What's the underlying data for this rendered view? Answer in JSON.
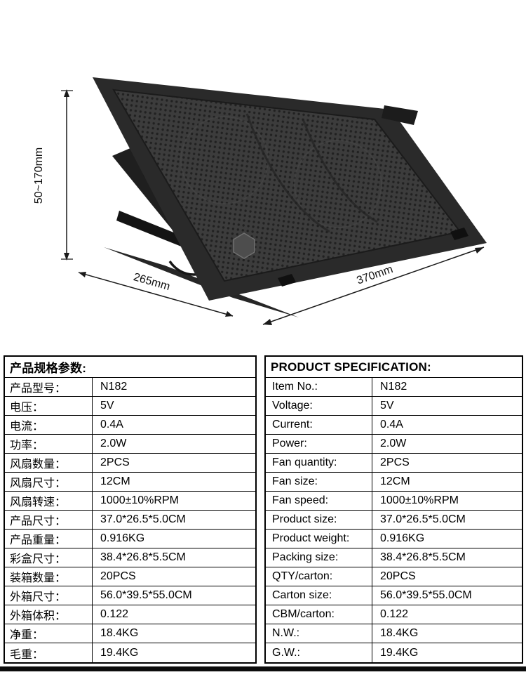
{
  "figure": {
    "dim_height": "50~170mm",
    "dim_depth": "265mm",
    "dim_width": "370mm"
  },
  "tables": {
    "cn": {
      "title": "产品规格参数:",
      "rows": [
        {
          "label": "产品型号：",
          "value": "N182"
        },
        {
          "label": "电压：",
          "value": "5V"
        },
        {
          "label": "电流：",
          "value": "0.4A"
        },
        {
          "label": "功率：",
          "value": "2.0W"
        },
        {
          "label": "风扇数量：",
          "value": "2PCS"
        },
        {
          "label": "风扇尺寸：",
          "value": "12CM"
        },
        {
          "label": "风扇转速：",
          "value": "1000±10%RPM"
        },
        {
          "label": "产品尺寸：",
          "value": "37.0*26.5*5.0CM"
        },
        {
          "label": "产品重量：",
          "value": "0.916KG"
        },
        {
          "label": "彩盒尺寸：",
          "value": "38.4*26.8*5.5CM"
        },
        {
          "label": "装箱数量：",
          "value": "20PCS"
        },
        {
          "label": "外箱尺寸：",
          "value": "56.0*39.5*55.0CM"
        },
        {
          "label": "外箱体积：",
          "value": "0.122"
        },
        {
          "label": "净重：",
          "value": "18.4KG"
        },
        {
          "label": "毛重：",
          "value": "19.4KG"
        }
      ]
    },
    "en": {
      "title": "PRODUCT SPECIFICATION:",
      "rows": [
        {
          "label": "Item No.:",
          "value": "N182"
        },
        {
          "label": "Voltage:",
          "value": "5V"
        },
        {
          "label": "Current:",
          "value": "0.4A"
        },
        {
          "label": "Power:",
          "value": "2.0W"
        },
        {
          "label": "Fan quantity:",
          "value": "2PCS"
        },
        {
          "label": "Fan size:",
          "value": "12CM"
        },
        {
          "label": "Fan speed:",
          "value": "1000±10%RPM"
        },
        {
          "label": "Product size:",
          "value": "37.0*26.5*5.0CM"
        },
        {
          "label": "Product weight:",
          "value": "0.916KG"
        },
        {
          "label": "Packing size:",
          "value": "38.4*26.8*5.5CM"
        },
        {
          "label": "QTY/carton:",
          "value": "20PCS"
        },
        {
          "label": "Carton size:",
          "value": "56.0*39.5*55.0CM"
        },
        {
          "label": "CBM/carton:",
          "value": "0.122"
        },
        {
          "label": "N.W.:",
          "value": "18.4KG"
        },
        {
          "label": "G.W.:",
          "value": "19.4KG"
        }
      ]
    }
  }
}
